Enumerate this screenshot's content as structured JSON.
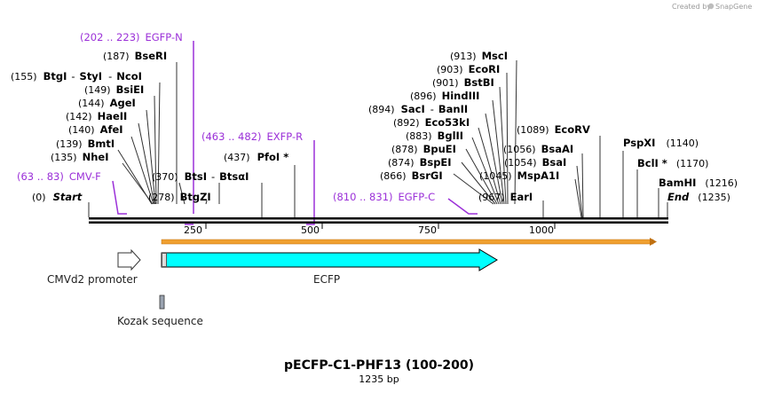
{
  "credit": {
    "text": "Created by",
    "brand": "SnapGene"
  },
  "title": "pECFP-C1-PHF13 (100-200)",
  "subtitle": "1235 bp",
  "axis_ticks": [
    "250",
    "500",
    "750",
    "1000"
  ],
  "sites": [
    {
      "pos": "(0)",
      "name": "Start"
    },
    {
      "pos": "(135)",
      "name": "NheI"
    },
    {
      "pos": "(139)",
      "name": "BmtI"
    },
    {
      "pos": "(140)",
      "name": "AfeI"
    },
    {
      "pos": "(142)",
      "name": "HaeII"
    },
    {
      "pos": "(144)",
      "name": "AgeI"
    },
    {
      "pos": "(149)",
      "name": "BsiEI"
    },
    {
      "pos": "(155)",
      "name": "BtgI",
      "name2": "StyI",
      "name3": "NcoI"
    },
    {
      "pos": "(187)",
      "name": "BseRI"
    },
    {
      "pos": "(278)",
      "name": "BtgZI"
    },
    {
      "pos": "(370)",
      "name": "BtsI",
      "name2": "BtsαI"
    },
    {
      "pos": "(437)",
      "name": "PfoI *"
    },
    {
      "pos": "(866)",
      "name": "BsrGI"
    },
    {
      "pos": "(874)",
      "name": "BspEI"
    },
    {
      "pos": "(878)",
      "name": "BpuEI"
    },
    {
      "pos": "(883)",
      "name": "BglII"
    },
    {
      "pos": "(892)",
      "name": "Eco53kI"
    },
    {
      "pos": "(894)",
      "name": "SacI",
      "name2": "BanII"
    },
    {
      "pos": "(896)",
      "name": "HindIII"
    },
    {
      "pos": "(901)",
      "name": "BstBI"
    },
    {
      "pos": "(903)",
      "name": "EcoRI"
    },
    {
      "pos": "(913)",
      "name": "MscI"
    },
    {
      "pos": "(967)",
      "name": "EarI"
    },
    {
      "pos": "(1045)",
      "name": "MspA1I"
    },
    {
      "pos": "(1054)",
      "name": "BsaI"
    },
    {
      "pos": "(1056)",
      "name": "BsaAI"
    },
    {
      "pos": "(1089)",
      "name": "EcoRV"
    },
    {
      "pos": "(1140)",
      "name": "PspXI"
    },
    {
      "pos": "(1170)",
      "name": "BclI *"
    },
    {
      "pos": "(1216)",
      "name": "BamHI"
    },
    {
      "pos": "(1235)",
      "name": "End"
    }
  ],
  "primers": [
    {
      "range": "(63 .. 83)",
      "name": "CMV-F"
    },
    {
      "range": "(202 .. 223)",
      "name": "EGFP-N"
    },
    {
      "range": "(463 .. 482)",
      "name": "EXFP-R"
    },
    {
      "range": "(810 .. 831)",
      "name": "EGFP-C"
    }
  ],
  "features": [
    {
      "name": "CMVd2 promoter"
    },
    {
      "name": "ECFP"
    },
    {
      "name": "Kozak sequence"
    }
  ],
  "colors": {
    "primer": "#9b30d8",
    "ecfp": "#00ffff",
    "orf": "#f0a030",
    "backbone": "#000000"
  }
}
